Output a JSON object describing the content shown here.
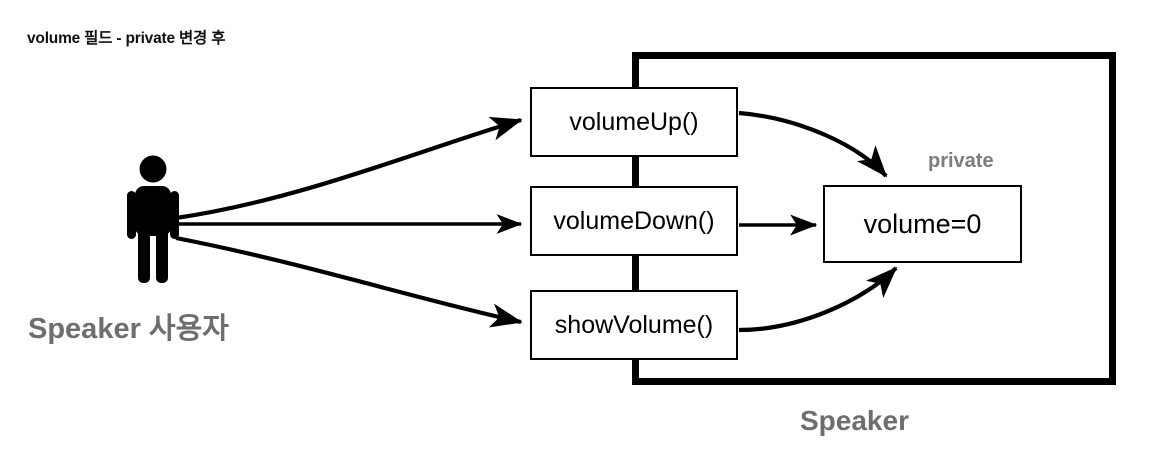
{
  "title": "volume 필드 - private 변경 후",
  "actor": {
    "icon": "person-actor-icon",
    "label": "Speaker 사용자"
  },
  "class_box": {
    "label": "Speaker",
    "border_color": "#000000"
  },
  "methods": [
    {
      "name": "volumeUp",
      "label": "volumeUp()"
    },
    {
      "name": "volumeDown",
      "label": "volumeDown()"
    },
    {
      "name": "showVolume",
      "label": "showVolume()"
    }
  ],
  "field": {
    "label": "volume=0",
    "modifier": "private"
  },
  "colors": {
    "stroke": "#000000",
    "gray_label": "#6e6e6e",
    "private_label": "#7d7d7d",
    "background": "#ffffff"
  },
  "arrows": [
    {
      "name": "actor-to-volumeup",
      "from": "actor",
      "to": "volumeUp"
    },
    {
      "name": "actor-to-volumedown",
      "from": "actor",
      "to": "volumeDown"
    },
    {
      "name": "actor-to-showvolume",
      "from": "actor",
      "to": "showVolume"
    },
    {
      "name": "volumeup-to-field",
      "from": "volumeUp",
      "to": "volume"
    },
    {
      "name": "volumedown-to-field",
      "from": "volumeDown",
      "to": "volume"
    },
    {
      "name": "showvolume-to-field",
      "from": "showVolume",
      "to": "volume"
    }
  ]
}
